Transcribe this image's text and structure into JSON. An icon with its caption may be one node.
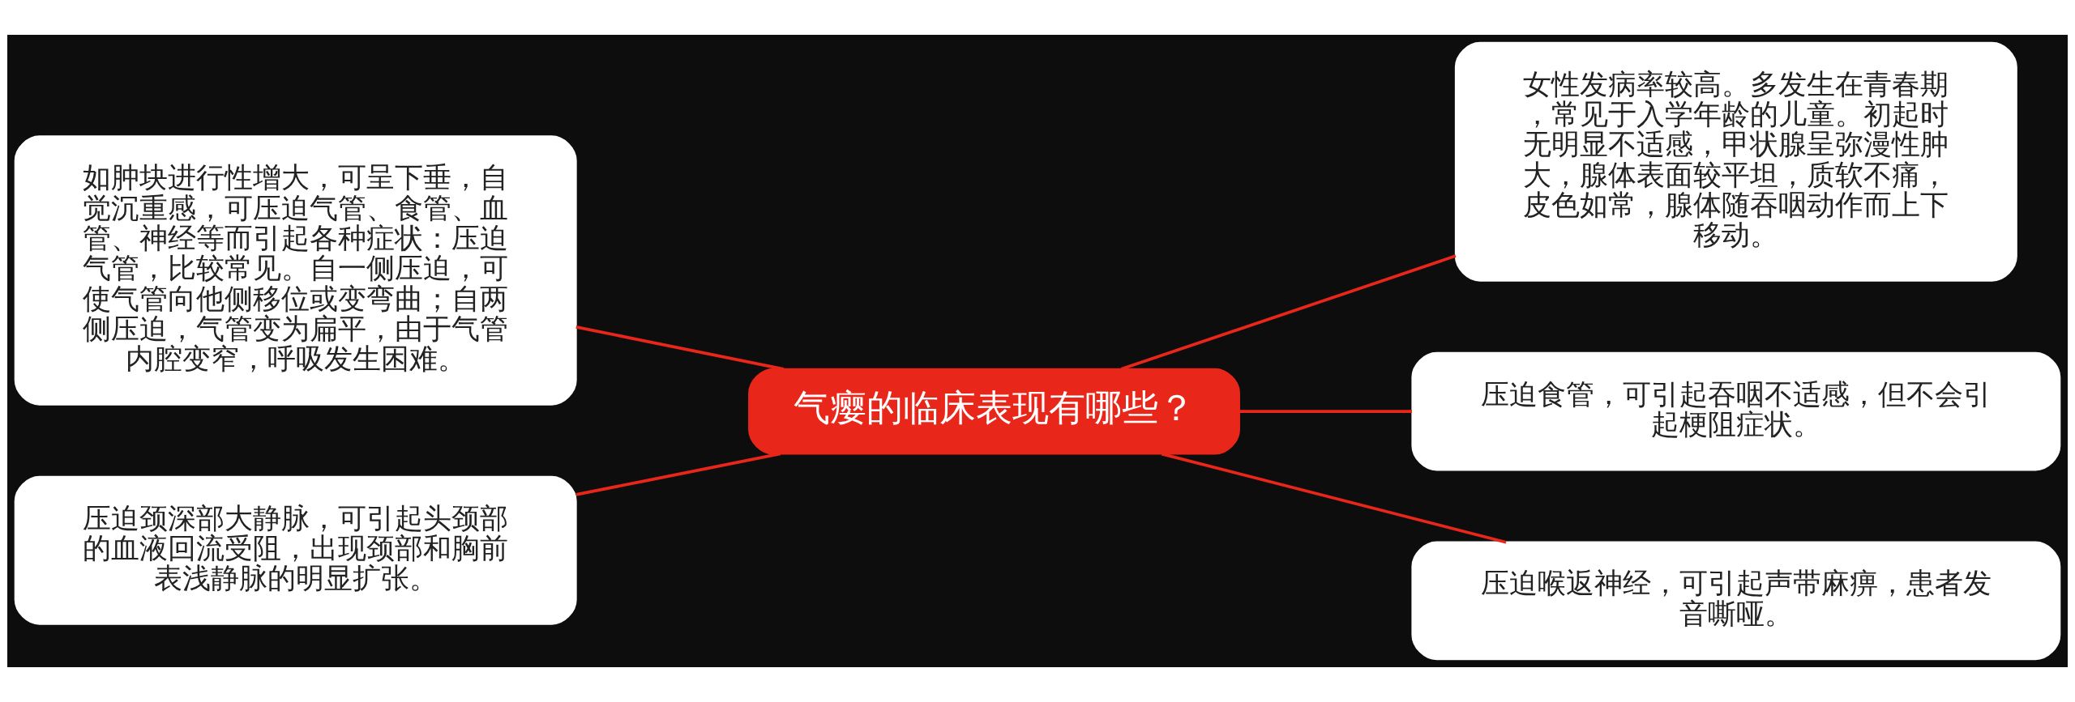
{
  "diagram": {
    "nodes": [
      {
        "text": [
          "气瘿的临床表现有哪些？"
        ]
      },
      {
        "text": [
          "如肿块进行性增大，可呈下垂，自觉沉重感，可压迫气管、食管、血管、神经等而引起各种症状：压迫气管，比较常见。自一侧压迫，可使气管向他侧移位或变弯曲；自两侧压迫，气管变为扁平，由于气管内腔变窄，呼吸发生困难。"
        ]
      },
      {
        "text": [
          "女性发病率较高。多发生在青春期，常见于入学年龄的儿童。初起时无明显不适感，甲状腺呈弥漫性肿大，腺体表面较平坦，质软不痛，皮色如常，腺体随吞咽动作而上下移动。"
        ]
      },
      {
        "text": [
          "压迫颈深部大静脉，可引起头颈部的血液回流受阻，出现颈部和胸前表浅静脉的明显扩张。"
        ]
      },
      {
        "text": [
          "压迫食管，可引起吞咽不适感，但不会引起梗阻症状。"
        ]
      },
      {
        "text": [
          "压迫喉返神经，可引起声带麻痹，患者发音嘶哑。"
        ]
      }
    ],
    "edges": [
      {
        "from": 0,
        "to": 1,
        "arrow": "none"
      },
      {
        "from": 0,
        "to": 2,
        "arrow": "none"
      },
      {
        "from": 0,
        "to": 3,
        "arrow": "none"
      },
      {
        "from": 0,
        "to": 4,
        "arrow": "none"
      },
      {
        "from": 0,
        "to": 5,
        "arrow": "none"
      }
    ]
  }
}
